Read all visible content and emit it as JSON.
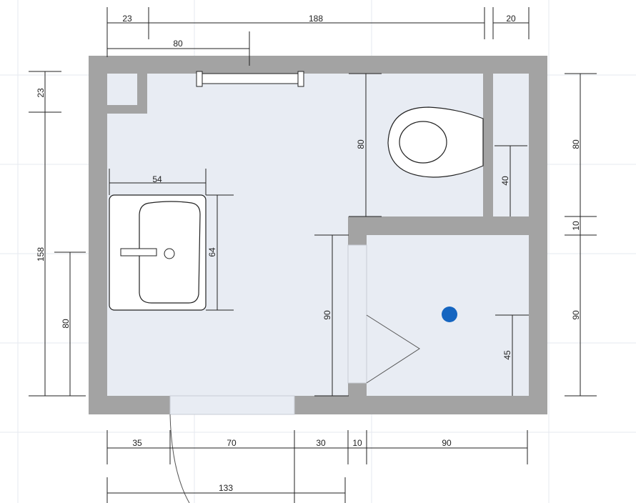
{
  "colors": {
    "wall": "#a3a3a3",
    "floor": "#e8ecf3",
    "grid": "#e6e9ef",
    "line": "#222222",
    "drain": "#1565c0"
  },
  "dimensions": {
    "top_a": "23",
    "top_b": "188",
    "top_c": "20",
    "top_d": "80",
    "left_a": "23",
    "left_b": "158",
    "left_c": "80",
    "right_a": "80",
    "right_b": "10",
    "right_c": "90",
    "bottom_a": "35",
    "bottom_b": "70",
    "bottom_c": "30",
    "bottom_d": "10",
    "bottom_e": "90",
    "bottom_f": "133",
    "sink_width": "54",
    "sink_depth": "64",
    "wc_niche": "80",
    "niche_depth": "40",
    "shower_entry": "90",
    "shower_door": "45"
  }
}
